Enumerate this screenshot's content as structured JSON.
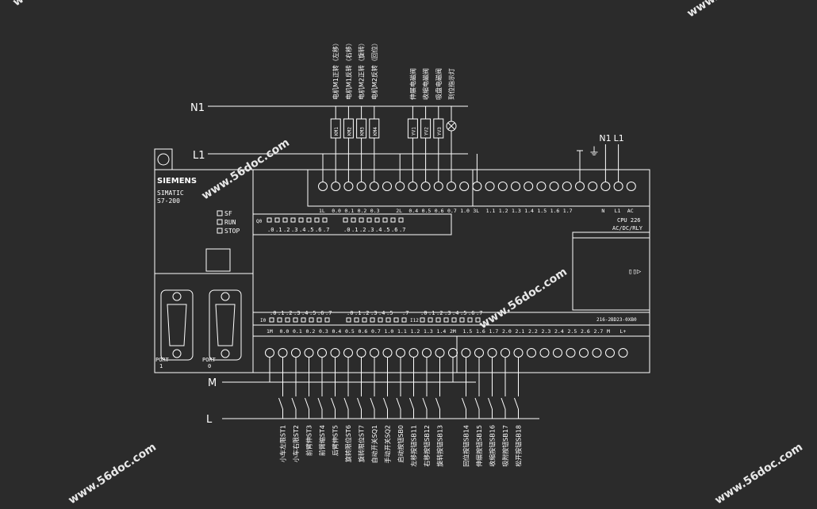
{
  "rails": {
    "n1": "N1",
    "l1": "L1",
    "m": "M",
    "l": "L"
  },
  "plc": {
    "brand": "SIEMENS",
    "family": "SIMATIC",
    "model_line": "S7-200",
    "leds": [
      "SF",
      "RUN",
      "STOP"
    ],
    "port1": [
      "PORT",
      "1"
    ],
    "port0": [
      "PORT",
      "0"
    ],
    "cpu": "CPU 226",
    "cpu_type": "AC/DC/RLY",
    "part_no": "216-2BD23-0XB0",
    "top_terminals": [
      "1L",
      "0.0",
      "0.1",
      "0.2",
      "0.3",
      "",
      "2L",
      "0.4",
      "0.5",
      "0.6",
      "0.7",
      "1.0",
      "3L",
      "1.1",
      "1.2",
      "1.3",
      "1.4",
      "1.5",
      "1.6",
      "1.7",
      "",
      "",
      "N",
      "L1",
      "AC"
    ],
    "output_led_prefix": "Q0",
    "output_leds_a": [
      ".0",
      ".1",
      ".2",
      ".3",
      ".4",
      ".5",
      ".6",
      ".7"
    ],
    "output_leds_b": [
      ".0",
      ".1",
      ".2",
      ".3",
      ".4",
      ".5",
      ".6",
      ".7"
    ],
    "input_led_prefix_a": "I0",
    "input_led_prefix_b": "I12",
    "input_leds_a": [
      ".0",
      ".1",
      ".2",
      ".3",
      ".4",
      ".5",
      ".6",
      ".7"
    ],
    "input_leds_b": [
      ".0",
      ".1",
      ".2",
      ".3",
      ".4",
      ".5",
      "",
      ".7"
    ],
    "input_leds_c": [
      ".0",
      ".1",
      ".2",
      ".3",
      ".4",
      ".5",
      ".6",
      ".7"
    ],
    "bottom_terminals": [
      "1M",
      "0.0",
      "0.1",
      "0.2",
      "0.3",
      "0.4",
      "0.5",
      "0.6",
      "0.7",
      "1.0",
      "1.1",
      "1.2",
      "1.3",
      "1.4",
      "2M",
      "1.5",
      "1.6",
      "1.7",
      "2.0",
      "2.1",
      "2.2",
      "2.3",
      "2.4",
      "2.5",
      "2.6",
      "2.7",
      "M",
      "L+"
    ],
    "pe_symbol": "⏚"
  },
  "outputs": {
    "coils": [
      "KM1",
      "KM2",
      "KM3",
      "KM4",
      "YV1",
      "YV2",
      "YV3"
    ],
    "labels": [
      "电机M1正转（左移）",
      "电机M1反转（右移）",
      "电机M2正转（旋转）",
      "电机M2反转（回位）",
      "伸展电磁阀",
      "收缩电磁阀",
      "吸盘电磁阀",
      "到位指示灯"
    ]
  },
  "inputs": {
    "labels": [
      "小车左限ST1",
      "小车右限ST2",
      "前臂伸ST3",
      "前臂缩ST4",
      "后臂伸ST5",
      "旋转限位ST6",
      "旋转限位ST7",
      "自动开关SQ1",
      "手动开关SQ2",
      "启动按钮SB0",
      "左移按钮SB11",
      "右移按钮SB12",
      "旋转按钮SB13",
      "回位按钮SB14",
      "伸展按钮SB15",
      "收缩按钮SB16",
      "吸附按钮SB17",
      "松开按钮SB18"
    ]
  },
  "watermark": "www.56doc.com",
  "colors": {
    "background": "#2b2b2b",
    "line": "#ffffff"
  }
}
